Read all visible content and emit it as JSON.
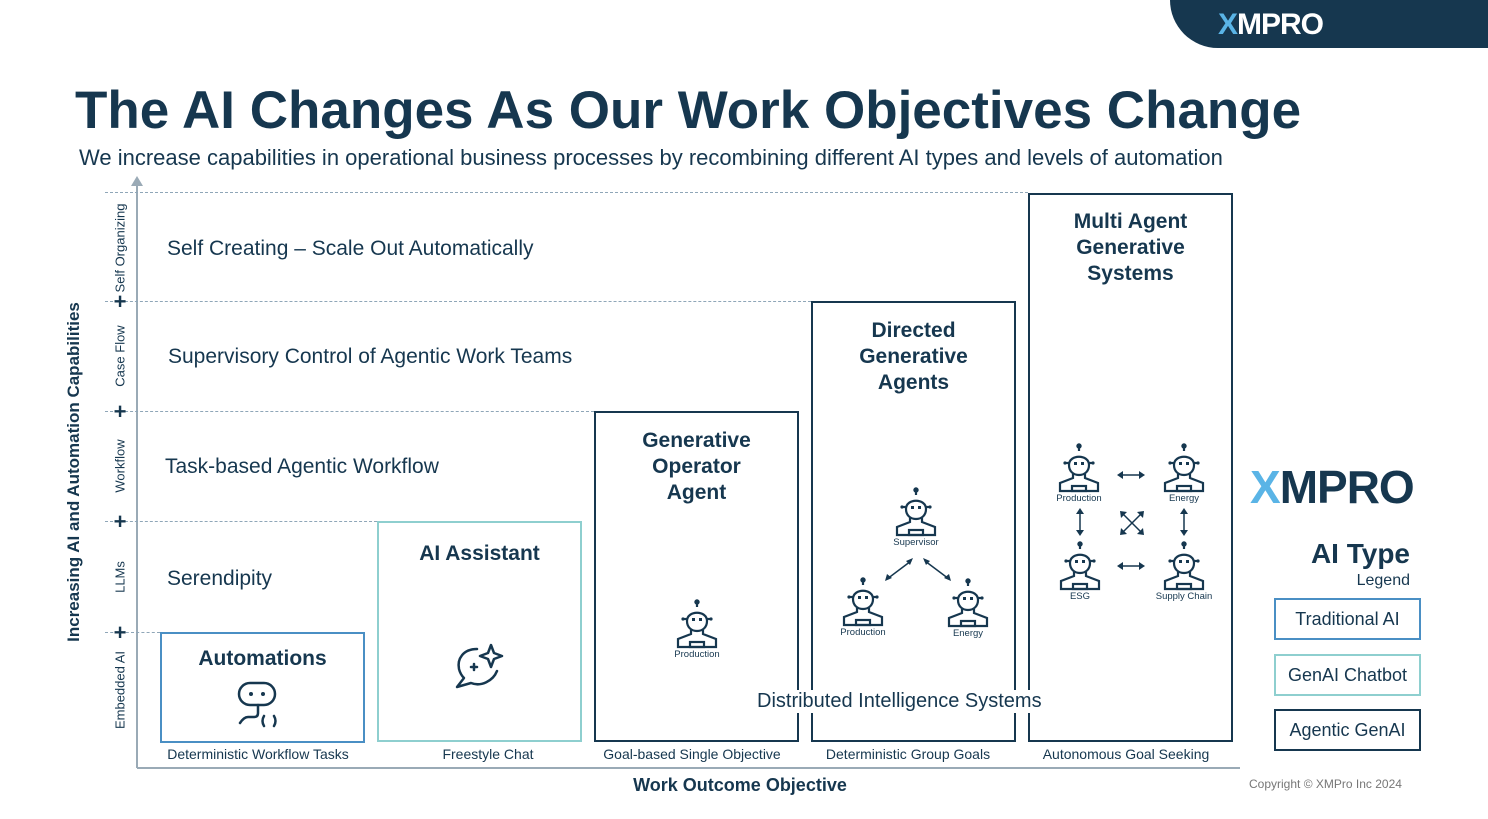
{
  "brand": {
    "logo_x": "X",
    "logo_rest": "MPRO"
  },
  "title": "The AI Changes As Our Work Objectives Change",
  "subtitle": "We increase capabilities in operational business processes by recombining different AI types and levels of automation",
  "y_axis": {
    "label": "Increasing AI and Automation Capabilities",
    "levels": [
      "Embedded AI",
      "LLMs",
      "Workflow",
      "Case Flow",
      "Self Organizing"
    ]
  },
  "x_axis": {
    "label": "Work Outcome Objective",
    "categories": [
      "Deterministic Workflow Tasks",
      "Freestyle Chat",
      "Goal-based Single Objective",
      "Deterministic Group Goals",
      "Autonomous Goal Seeking"
    ]
  },
  "rows": [
    "Serendipity",
    "Task-based Agentic Workflow",
    "Supervisory Control of Agentic Work Teams",
    "Self Creating – Scale Out Automatically"
  ],
  "boxes": {
    "automations": "Automations",
    "assistant": "AI Assistant",
    "operator": {
      "l1": "Generative",
      "l2": "Operator",
      "l3": "Agent",
      "agent": "Production"
    },
    "directed": {
      "l1": "Directed",
      "l2": "Generative",
      "l3": "Agents",
      "supervisor": "Supervisor",
      "a1": "Production",
      "a2": "Energy"
    },
    "multi": {
      "l1": "Multi Agent",
      "l2": "Generative",
      "l3": "Systems",
      "a1": "Production",
      "a2": "Energy",
      "a3": "ESG",
      "a4": "Supply Chain"
    }
  },
  "distributed": "Distributed Intelligence Systems",
  "legend": {
    "title": "AI Type",
    "subtitle": "Legend",
    "items": [
      "Traditional AI",
      "GenAI Chatbot",
      "Agentic GenAI"
    ]
  },
  "colors": {
    "navy": "#16374f",
    "traditional": "#4a8fc4",
    "chatbot": "#8ecfcf"
  },
  "copyright": "Copyright © XMPro Inc 2024"
}
